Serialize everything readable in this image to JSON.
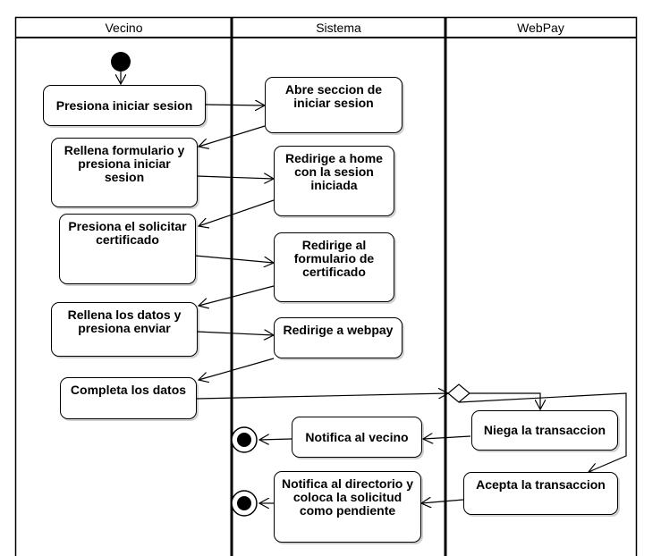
{
  "lanes": [
    "Vecino",
    "Sistema",
    "WebPay"
  ],
  "nodes": {
    "presiona_iniciar": "Presiona iniciar sesion",
    "abre_seccion": "Abre seccion de iniciar sesion",
    "rellena_formulario": "Rellena formulario y presiona iniciar sesion",
    "redirige_home": "Redirige a home con la sesion iniciada",
    "presiona_solicitar": "Presiona el solicitar certificado",
    "redirige_formulario": "Redirige al formulario de certificado",
    "rellena_datos": "Rellena los datos y presiona enviar",
    "redirige_webpay": "Redirige a webpay",
    "completa_datos": "Completa los datos",
    "niega": "Niega la transaccion",
    "notifica_vecino": "Notifica al vecino",
    "acepta": "Acepta la transaccion",
    "notifica_directorio": "Notifica al directorio y coloca la solicitud como pendiente"
  }
}
